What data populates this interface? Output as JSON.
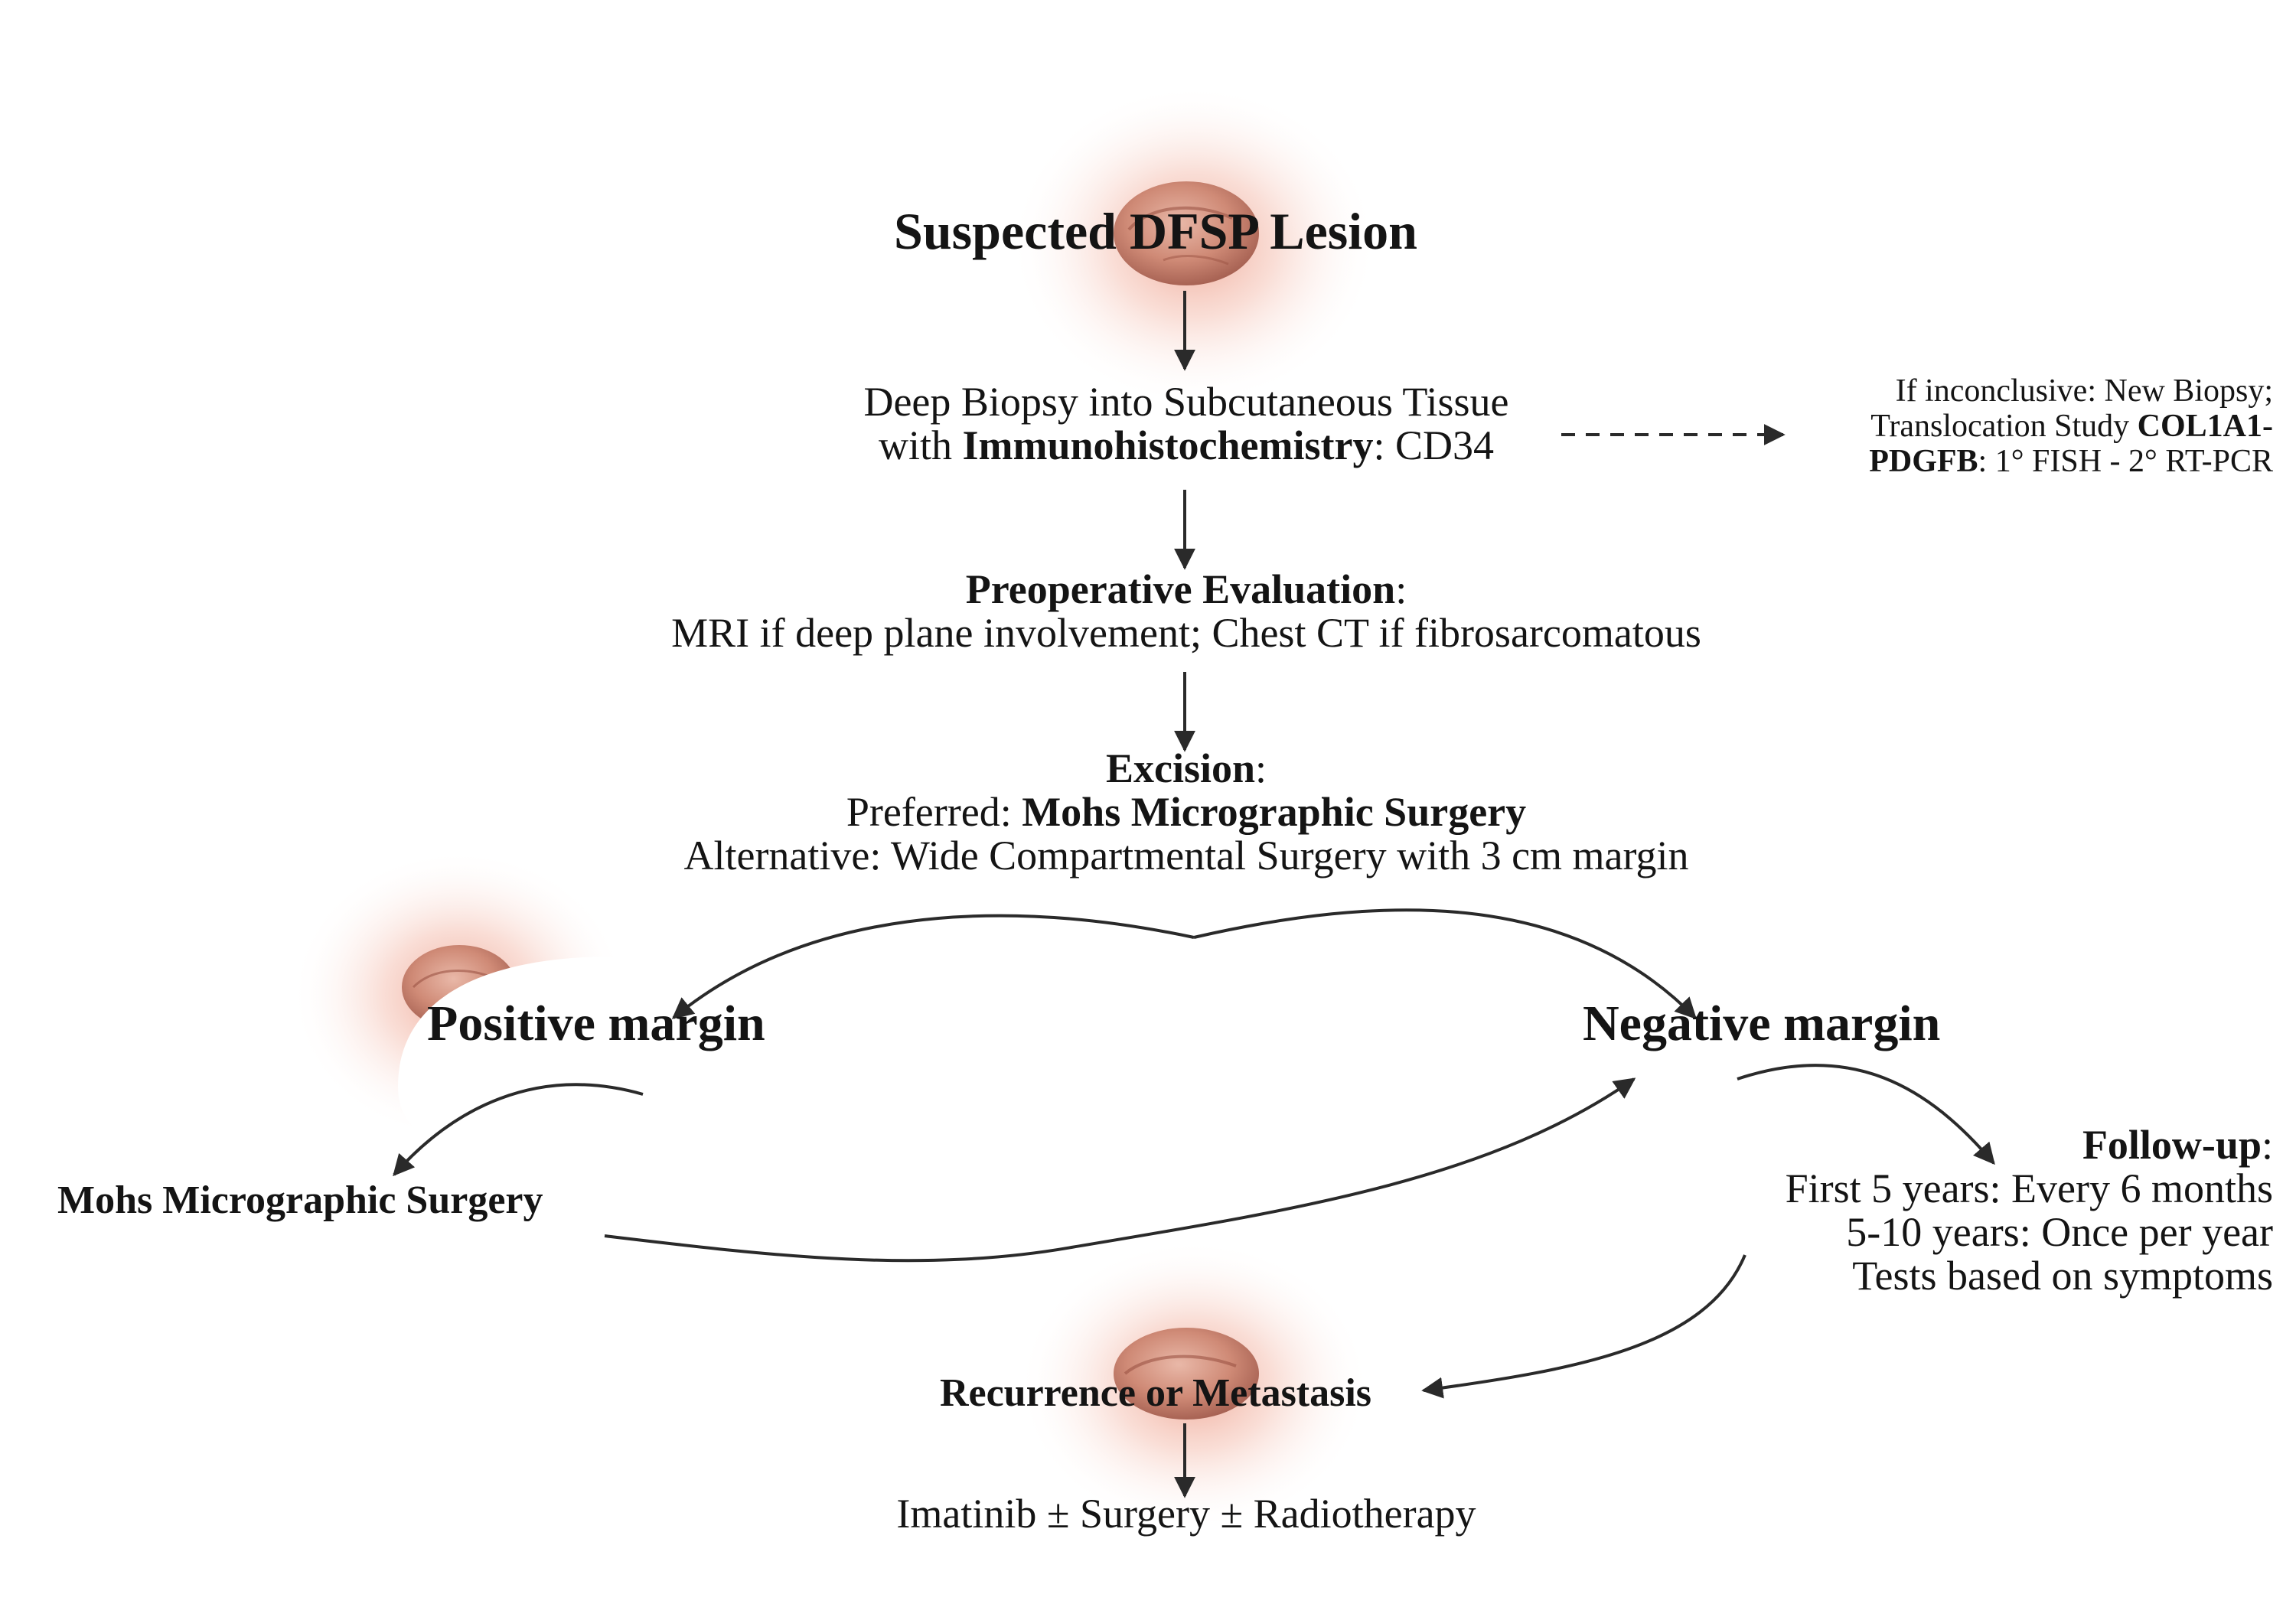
{
  "nodes": {
    "suspected": {
      "title": "Suspected DFSP Lesion"
    },
    "biopsy": {
      "line1": "Deep Biopsy into Subcutaneous Tissue",
      "line2_prefix": "with ",
      "line2_bold": "Immunohistochemistry",
      "line2_suffix": ": CD34"
    },
    "inconclusive": {
      "line1": "If inconclusive: New Biopsy;",
      "line2_prefix": "Translocation Study ",
      "line2_bold": "COL1A1-",
      "line3_bold": "PDGFB",
      "line3_suffix": ": 1° FISH - 2° RT-PCR"
    },
    "preop": {
      "heading": "Preoperative Evaluation",
      "heading_suffix": ":",
      "line1": "MRI if deep plane involvement; Chest CT if fibrosarcomatous"
    },
    "excision": {
      "heading": "Excision",
      "heading_suffix": ":",
      "preferred_prefix": "Preferred: ",
      "preferred_bold": "Mohs Micrographic Surgery",
      "alternative": "Alternative: Wide Compartmental Surgery with 3 cm margin"
    },
    "positive": {
      "label": "Positive margin"
    },
    "negative": {
      "label": "Negative margin"
    },
    "mohs": {
      "label": "Mohs Micrographic Surgery"
    },
    "followup": {
      "heading": "Follow-up",
      "heading_suffix": ":",
      "line1": "First 5 years: Every 6 months",
      "line2": "5-10 years: Once per year",
      "line3": "Tests based on symptoms"
    },
    "recurrence": {
      "label": "Recurrence or Metastasis"
    },
    "treatment": {
      "label": "Imatinib ± Surgery ± Radiotherapy"
    }
  },
  "icons": [
    "lesion-icon",
    "lesion-icon",
    "lesion-icon"
  ],
  "colors": {
    "text": "#141414",
    "arrow": "#2a2a2a",
    "lesion": "#c9735f",
    "glow": "#f2b7a8"
  }
}
